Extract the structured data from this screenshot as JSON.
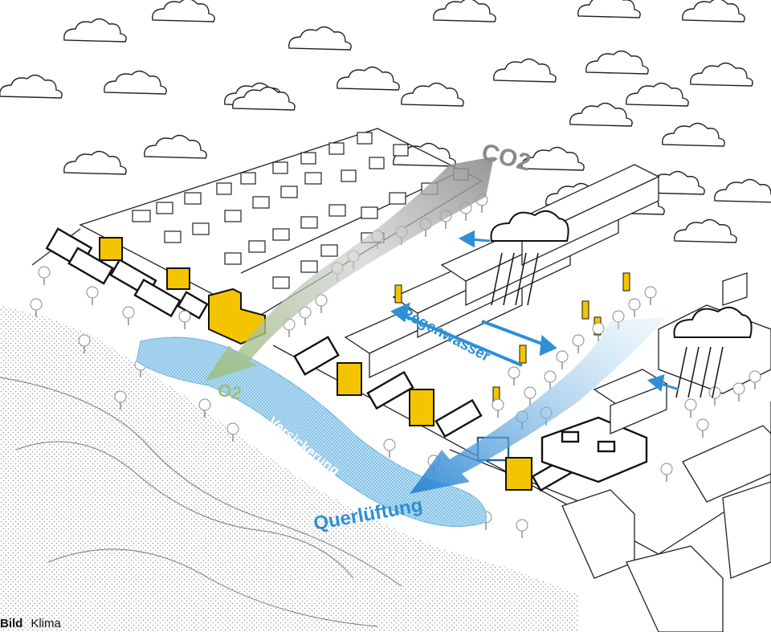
{
  "labels": {
    "co2": "CO2",
    "o2": "O2",
    "regenwasser": "Regenwasser",
    "versickerung": "Versickerung",
    "querlueftung": "Querlüftung"
  },
  "caption": {
    "title": "Bild",
    "subtitle": "Klima"
  },
  "colors": {
    "accent_yellow": "#f5c400",
    "water_blue": "#2e8fd6",
    "co2_grey": "#8a8a8a",
    "o2_green": "#9bbf7a",
    "infiltration_blue": "#8fc9e8"
  }
}
